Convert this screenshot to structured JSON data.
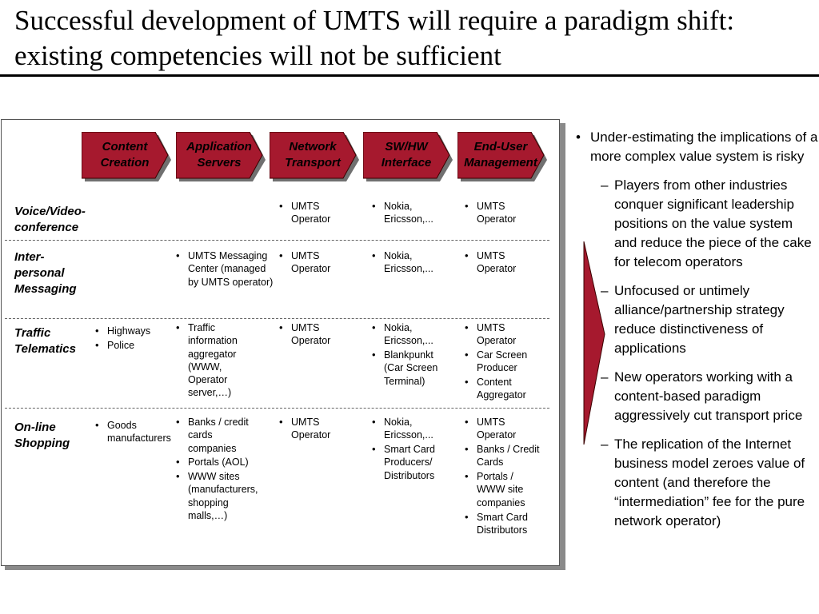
{
  "title": "Successful development of UMTS will require a paradigm shift: existing competencies will not be sufficient",
  "colors": {
    "chevron_fill": "#a6192e",
    "arrow_fill": "#a6192e",
    "shadow": "#8a8a8a"
  },
  "columns": [
    {
      "line1": "Content",
      "line2": "Creation"
    },
    {
      "line1": "Application",
      "line2": "Servers"
    },
    {
      "line1": "Network",
      "line2": "Transport"
    },
    {
      "line1": "SW/HW",
      "line2": "Interface"
    },
    {
      "line1": "End-User",
      "line2": "Management"
    }
  ],
  "rows": [
    {
      "label": "Voice/Video-\nconference",
      "cells": [
        [],
        [],
        [
          "UMTS Operator"
        ],
        [
          "Nokia, Ericsson,..."
        ],
        [
          "UMTS Operator"
        ]
      ]
    },
    {
      "label": "Inter-\npersonal\nMessaging",
      "cells": [
        [],
        [
          "UMTS Messaging Center (managed by UMTS operator)"
        ],
        [
          "UMTS Operator"
        ],
        [
          "Nokia, Ericsson,..."
        ],
        [
          "UMTS Operator"
        ]
      ]
    },
    {
      "label": "Traffic\nTelematics",
      "cells": [
        [
          "Highways",
          "Police"
        ],
        [
          "Traffic information aggregator (WWW, Operator server,…)"
        ],
        [
          "UMTS Operator"
        ],
        [
          "Nokia, Ericsson,...",
          "Blankpunkt (Car Screen Terminal)"
        ],
        [
          "UMTS Operator",
          "Car Screen Producer",
          "Content Aggregator"
        ]
      ]
    },
    {
      "label": "On-line\nShopping",
      "cells": [
        [
          "Goods manufacturers"
        ],
        [
          "Banks / credit cards companies",
          "Portals (AOL)",
          "WWW sites (manufacturers, shopping malls,…)"
        ],
        [
          "UMTS Operator"
        ],
        [
          "Nokia, Ericsson,...",
          "Smart Card Producers/ Distributors"
        ],
        [
          "UMTS Operator",
          "Banks / Credit Cards",
          "Portals / WWW site companies",
          "Smart Card Distributors"
        ]
      ]
    }
  ],
  "main_bullet": "Under-estimating the implications of a more complex value system is risky",
  "sub_bullets": [
    "Players from other industries conquer significant leadership positions on the value system and reduce the piece of the cake for telecom operators",
    "Unfocused or untimely alliance/partnership strategy reduce distinctiveness of applications",
    "New operators working with a content-based paradigm aggressively cut transport price",
    "The replication of the Internet business model zeroes value of content (and therefore the “intermediation” fee for the pure network operator)"
  ]
}
